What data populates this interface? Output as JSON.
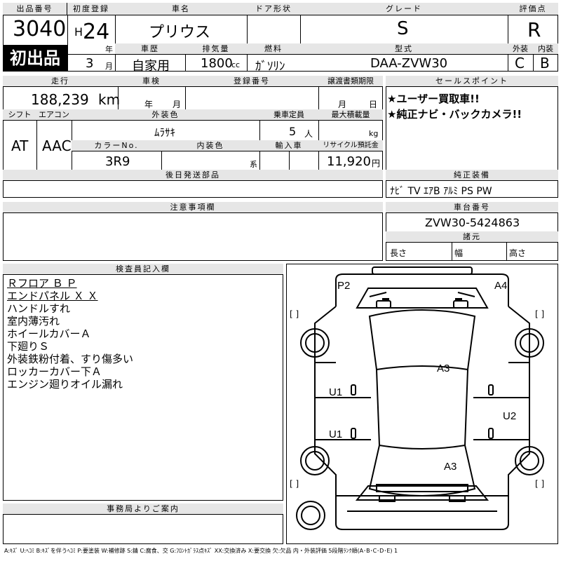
{
  "header": {
    "lot_no_label": "出品番号",
    "lot_no": "3040",
    "first_listing_badge": "初出品",
    "first_reg_label": "初度登録",
    "era": "H",
    "year": "24",
    "year_unit": "年",
    "month": "3",
    "month_unit": "月",
    "car_name_label": "車名",
    "car_name": "プリウス",
    "door_label": "ドア形状",
    "door": "",
    "grade_label": "グレード",
    "grade": "S",
    "score_label": "評価点",
    "score": "R",
    "history_label": "車歴",
    "history": "自家用",
    "displacement_label": "排気量",
    "displacement": "1800",
    "displacement_unit": "cc",
    "fuel_label": "燃料",
    "fuel": "ｶﾞｿﾘﾝ",
    "model_label": "型式",
    "model": "DAA-ZVW30",
    "exterior_label": "外装",
    "exterior_score": "C",
    "interior_label": "内装",
    "interior_score": "B"
  },
  "row2": {
    "mileage_label": "走行",
    "mileage": "188,239",
    "mileage_unit": "km",
    "inspection_label": "車検",
    "inspection_year_unit": "年",
    "inspection_month_unit": "月",
    "plate_label": "登録番号",
    "transfer_label": "譲渡書類期限",
    "transfer_month_unit": "月",
    "transfer_day_unit": "日",
    "shift_label": "シフト",
    "shift": "AT",
    "ac_label": "エアコン",
    "ac": "AAC",
    "color_label": "外装色",
    "color": "ﾑﾗｻｷ",
    "capacity_label": "乗車定員",
    "capacity": "5",
    "capacity_unit": "人",
    "load_label": "最大積載量",
    "load_unit": "kg",
    "color_no_label": "カラーNo.",
    "color_no": "3R9",
    "interior_color_label": "内装色",
    "interior_color_unit": "系",
    "import_label": "輸入車",
    "recycle_label": "リサイクル預託金",
    "recycle": "11,920",
    "recycle_unit": "円",
    "later_parts_label": "後日発送部品"
  },
  "sales": {
    "label": "セールスポイント",
    "points": [
      "★ユーザー買取車!!",
      "★純正ナビ・バックカメラ!!"
    ]
  },
  "equipment": {
    "label": "純正装備",
    "items": "ﾅﾋﾞ TV ｴｱB ｱﾙﾐ PS PW"
  },
  "notes": {
    "label": "注意事項欄"
  },
  "chassis": {
    "label": "車台番号",
    "number": "ZVW30-5424863",
    "dims_label": "諸元",
    "length_label": "長さ",
    "width_label": "幅",
    "height_label": "高さ"
  },
  "inspector": {
    "label": "検査員記入欄",
    "lines": [
      "Ｒフロア Ｂ Ｐ",
      "エンドパネル Ｘ Ｘ",
      "ハンドルすれ",
      "室内薄汚れ",
      "ホイールカバーＡ",
      "下廻りＳ",
      "外装鉄粉付着、すり傷多い",
      "ロッカーカバー下Ａ",
      "エンジン廻りオイル漏れ"
    ]
  },
  "office": {
    "label": "事務局よりご案内"
  },
  "diagram": {
    "marks": [
      "P2",
      "A4",
      "A3",
      "U1",
      "U1",
      "U2",
      "A3"
    ],
    "bracket": "[   ]"
  },
  "legend": "A:ｷｽﾞ U:ﾍｺﾐ B:ｷｽﾞを伴うﾍｺﾐ P:要塗装 W:補修跡 S:錆 C:腐食、交 G:ﾌﾛﾝﾄｶﾞﾗｽ点ｷｽﾞ XX:交換済み X:要交換 欠:欠品 内・外装評価 5段階ﾗﾝｸ順(A･B･C･D･E) 1"
}
